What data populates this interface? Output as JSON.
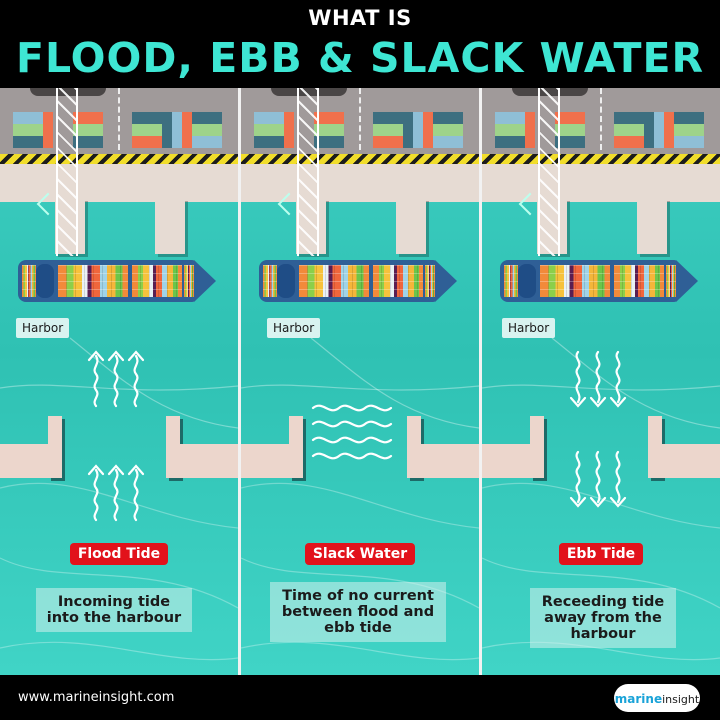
{
  "header": {
    "subtitle": "WHAT IS",
    "title": "FLOOD, EBB & SLACK WATER",
    "title_color": "#3ee6d3"
  },
  "panels": [
    {
      "harbor_label": "Harbor",
      "tide_label": "Flood Tide",
      "description": "Incoming tide into the harbour",
      "flow": "arrows-up"
    },
    {
      "harbor_label": "Harbor",
      "tide_label": "Slack Water",
      "description": "Time of no current between flood and ebb tide",
      "flow": "waves-horizontal"
    },
    {
      "harbor_label": "Harbor",
      "tide_label": "Ebb Tide",
      "description": "Receeding tide away from the harbour",
      "flow": "arrows-down"
    }
  ],
  "footer": {
    "url": "www.marineinsight.com",
    "logo_top": "marine",
    "logo_bottom": "insight"
  },
  "colors": {
    "water": "#35c8ba",
    "badge_red": "#e2121b",
    "quay": "#e6dbd3",
    "yard": "#a09a9a",
    "hazard_yellow": "#f1dd2a"
  }
}
